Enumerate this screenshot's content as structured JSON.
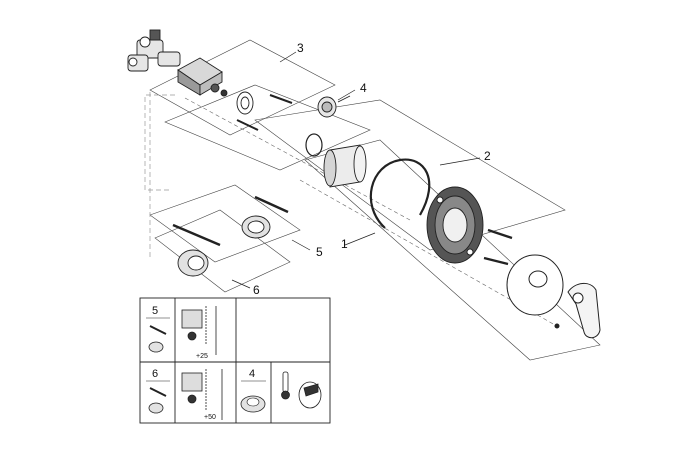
{
  "callouts": {
    "c1": "1",
    "c2": "2",
    "c3": "3",
    "c4": "4",
    "c5": "5",
    "c6": "6"
  },
  "legend": {
    "row1_number": "5",
    "row1_measure": "+25",
    "row2_number": "6",
    "row2_measure": "+50",
    "part4_number": "4"
  },
  "colors": {
    "line": "#222222",
    "dash": "#9a9a9a",
    "part_fill": "#e6e6e6",
    "dark_fill": "#555555"
  }
}
